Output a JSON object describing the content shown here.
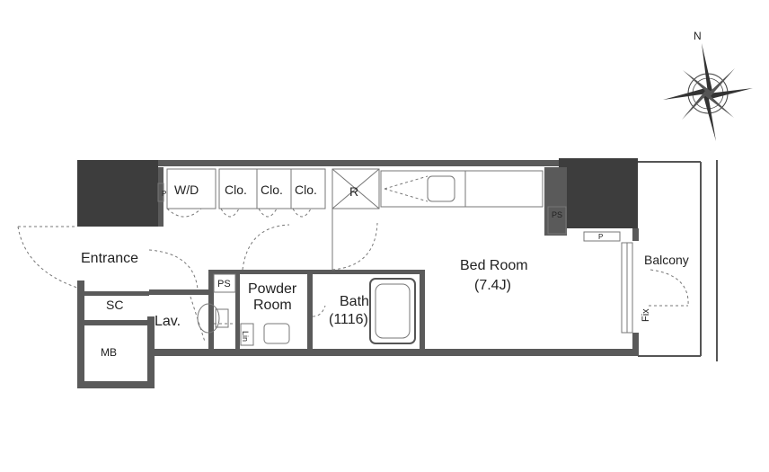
{
  "floorplan": {
    "rooms": {
      "wd": "W/D",
      "closet1": "Clo.",
      "closet2": "Clo.",
      "closet3": "Clo.",
      "refrigerator": "R",
      "ps_top_right": "PS",
      "p_top_left": "P",
      "p_right": "P",
      "entrance": "Entrance",
      "shoe_closet": "SC",
      "meter_box": "MB",
      "lavatory": "Lav.",
      "ps_mid": "PS",
      "powder_room_line1": "Powder",
      "powder_room_line2": "Room",
      "linen": "Lin",
      "bath_line1": "Bath",
      "bath_line2": "(1116)",
      "bed_room_line1": "Bed Room",
      "bed_room_line2": "(7.4J)",
      "balcony": "Balcony",
      "fix": "Fix"
    },
    "compass": {
      "north_label": "N"
    }
  }
}
